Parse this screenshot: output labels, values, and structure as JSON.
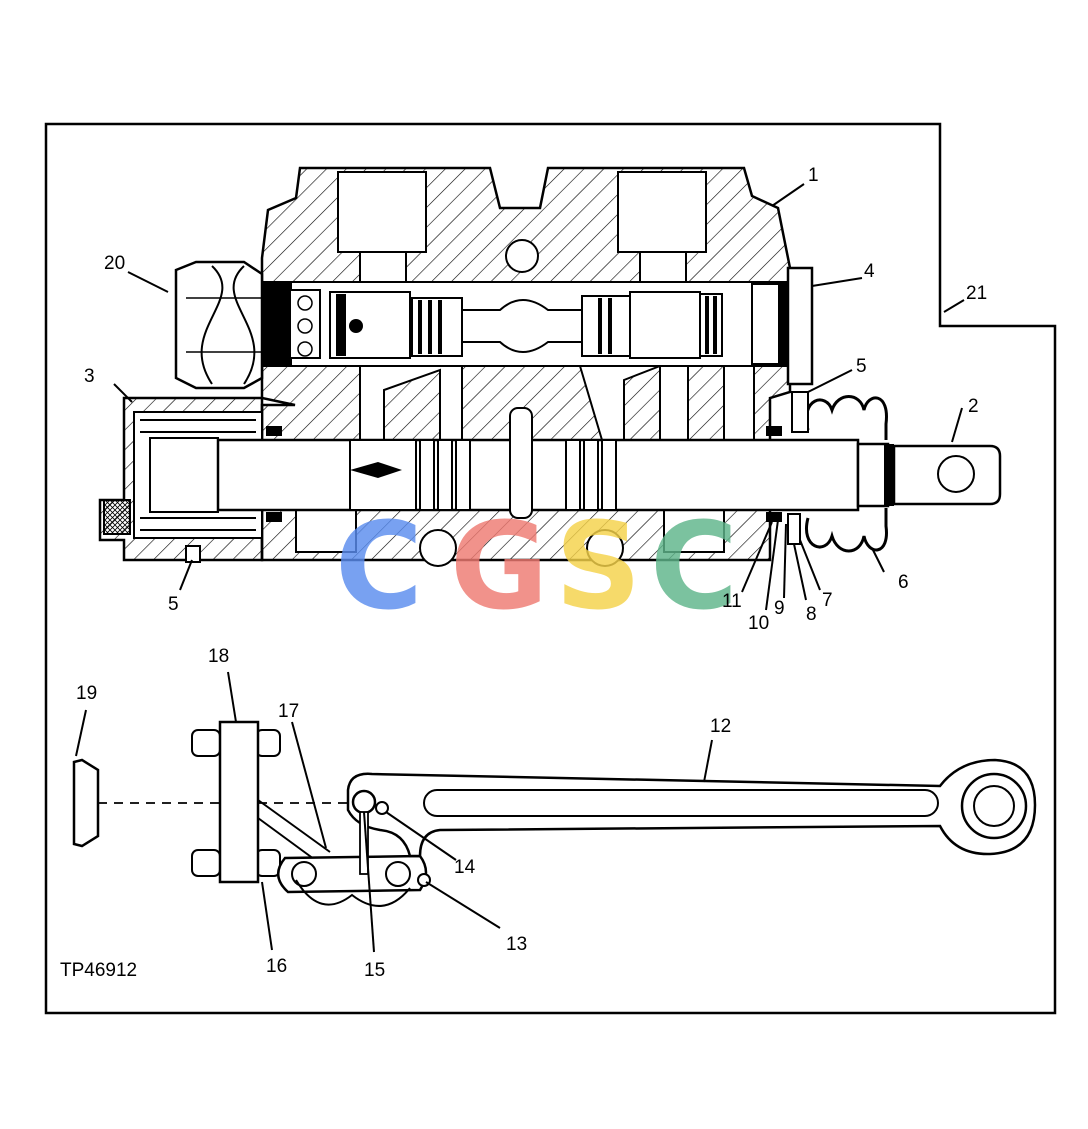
{
  "figure_code": "TP46912",
  "watermark": {
    "letters": [
      "C",
      "G",
      "S",
      "C"
    ],
    "colors": [
      "#5b8def",
      "#ef7b72",
      "#f5d24a",
      "#5fb58a"
    ]
  },
  "callouts": [
    {
      "id": "c1",
      "text": "1"
    },
    {
      "id": "c2",
      "text": "2"
    },
    {
      "id": "c3",
      "text": "3"
    },
    {
      "id": "c4",
      "text": "4"
    },
    {
      "id": "c5a",
      "text": "5"
    },
    {
      "id": "c5b",
      "text": "5"
    },
    {
      "id": "c6",
      "text": "6"
    },
    {
      "id": "c7",
      "text": "7"
    },
    {
      "id": "c8",
      "text": "8"
    },
    {
      "id": "c9",
      "text": "9"
    },
    {
      "id": "c10",
      "text": "10"
    },
    {
      "id": "c11",
      "text": "11"
    },
    {
      "id": "c12",
      "text": "12"
    },
    {
      "id": "c13",
      "text": "13"
    },
    {
      "id": "c14",
      "text": "14"
    },
    {
      "id": "c15",
      "text": "15"
    },
    {
      "id": "c16",
      "text": "16"
    },
    {
      "id": "c17",
      "text": "17"
    },
    {
      "id": "c18",
      "text": "18"
    },
    {
      "id": "c19",
      "text": "19"
    },
    {
      "id": "c20",
      "text": "20"
    },
    {
      "id": "c21",
      "text": "21"
    }
  ]
}
